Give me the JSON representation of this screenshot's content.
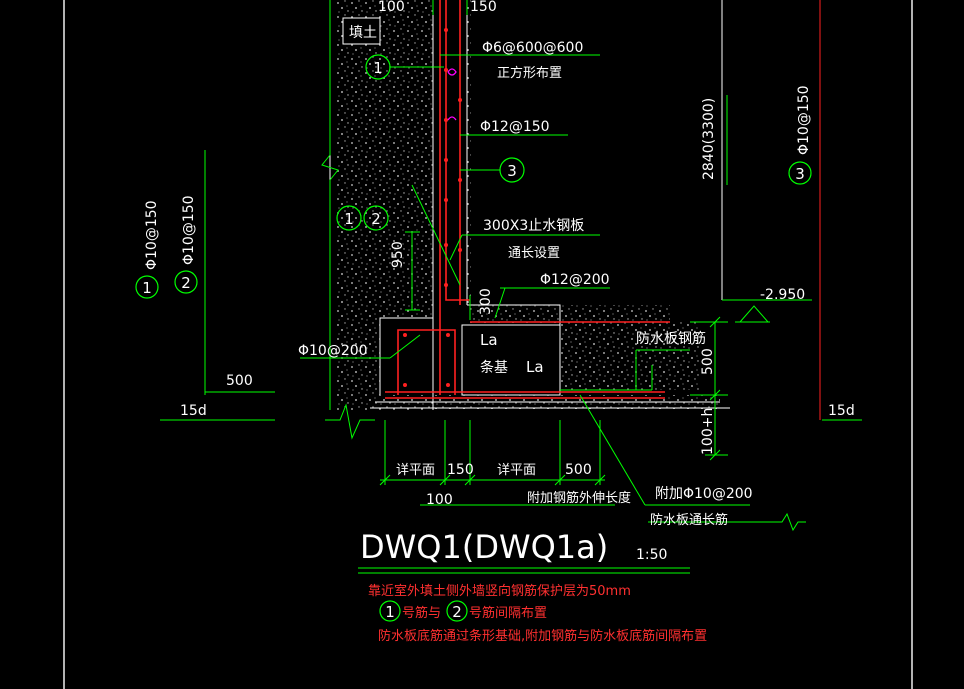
{
  "colors": {
    "background": "#000000",
    "concrete": "#ffffff",
    "rebar": "#ff2020",
    "dimension": "#00ff00",
    "note": "#ff3030",
    "highlight": "#ff00ff",
    "text": "#ffffff"
  },
  "labels": {
    "soil": "填土",
    "bar1_spec": "Φ6@600@600",
    "bar1_note": "正方形布置",
    "vert_bar_spec": "Φ12@150",
    "waterstop_spec": "300X3止水钢板",
    "waterstop_note": "通长设置",
    "footing_bar_spec": "Φ12@200",
    "left_bar_spec": "Φ10@200",
    "la_top": "La",
    "strip_base": "条基",
    "la_bottom": "La",
    "slab_bar": "防水板钢筋",
    "elevation": "-2.950",
    "add_bar": "附加Φ10@200",
    "slab_long_bar": "防水板通长筋",
    "add_bar_ext": "附加钢筋外伸长度",
    "left_spec_a": "Φ10@150",
    "left_spec_b": "Φ10@150",
    "right_spec": "Φ10@150",
    "left_15d": "15d",
    "right_15d": "15d",
    "left_500": "500",
    "xiang_pingmian_1": "详平面",
    "xiang_pingmian_2": "详平面"
  },
  "callouts": {
    "c1": "1",
    "c2": "2",
    "c3": "3"
  },
  "dimensions": {
    "top_100": "100",
    "top_150": "150",
    "d950": "950",
    "d300": "300",
    "h2840": "2840(3300)",
    "d500_right": "500",
    "d100": "100+h",
    "b150": "150",
    "b500": "500",
    "b100": "100"
  },
  "title": {
    "name": "DWQ1(DWQ1a)",
    "scale": "1:50"
  },
  "notes": {
    "line1": "靠近室外填土侧外墙竖向钢筋保护层为50mm",
    "line2_a": "号筋与",
    "line2_b": "号筋间隔布置",
    "line3": "防水板底筋通过条形基础,附加钢筋与防水板底筋间隔布置"
  }
}
